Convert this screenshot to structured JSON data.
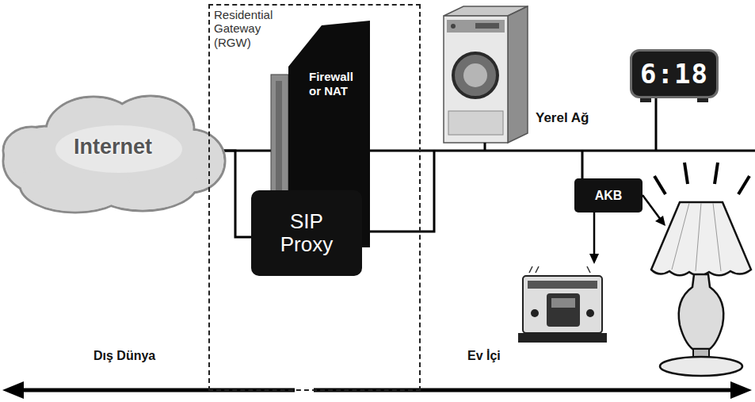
{
  "diagram": {
    "nodes": [
      {
        "text": [
          "Internet"
        ]
      },
      {
        "text": [
          "Residential Gateway (RGW)"
        ]
      },
      {
        "text": [
          "Firewall or NAT"
        ],
        "in": 1
      },
      {
        "text": [
          "SIP Proxy"
        ],
        "in": 1
      },
      {
        "text": [
          "6:18"
        ]
      },
      {
        "text": [
          "AKB"
        ]
      }
    ],
    "edges": [
      {
        "from": 0,
        "to": 2,
        "arrow": "none"
      },
      {
        "from": 0,
        "to": 3,
        "arrow": "none"
      }
    ],
    "labels": [
      "Yerel Ağ",
      "Dış Dünya",
      "Ev İçi"
    ]
  }
}
